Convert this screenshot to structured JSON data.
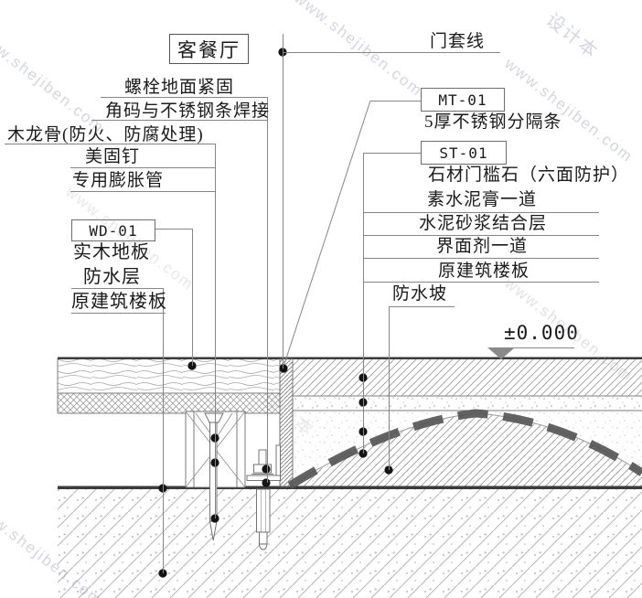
{
  "ann": {
    "room": "客餐厅",
    "bolt": "螺栓地面紧固",
    "angle_weld": "角码与不锈钢条焊接",
    "joist": "木龙骨(防火、防腐处理)",
    "nail": "美固钉",
    "expansion_tube": "专用膨胀管",
    "wd01": "WD-01",
    "wood_floor": "实木地板",
    "waterproof_layer": "防水层",
    "slab_left": "原建筑楼板",
    "door_casing": "门套线",
    "mt01": "MT-01",
    "steel_divider": "5厚不锈钢分隔条",
    "st01": "ST-01",
    "stone_threshold": "石材门槛石（六面防护）",
    "cement_paste": "素水泥膏一道",
    "mortar": "水泥砂浆结合层",
    "interface_agent": "界面剂一道",
    "slab_right": "原建筑楼板",
    "waterproof_slope": "防水坡",
    "elevation": "±0.000"
  },
  "watermark": {
    "url": "www.shejiben.com",
    "brand": "设计本"
  },
  "colors": {
    "surface_line": "#3a3a3a",
    "drawing_line": "#666666",
    "leader_line": "#868686",
    "dot": "#141414",
    "slope_dash": "#565656",
    "hatch": "#999999",
    "watermark": "#969cb4"
  }
}
